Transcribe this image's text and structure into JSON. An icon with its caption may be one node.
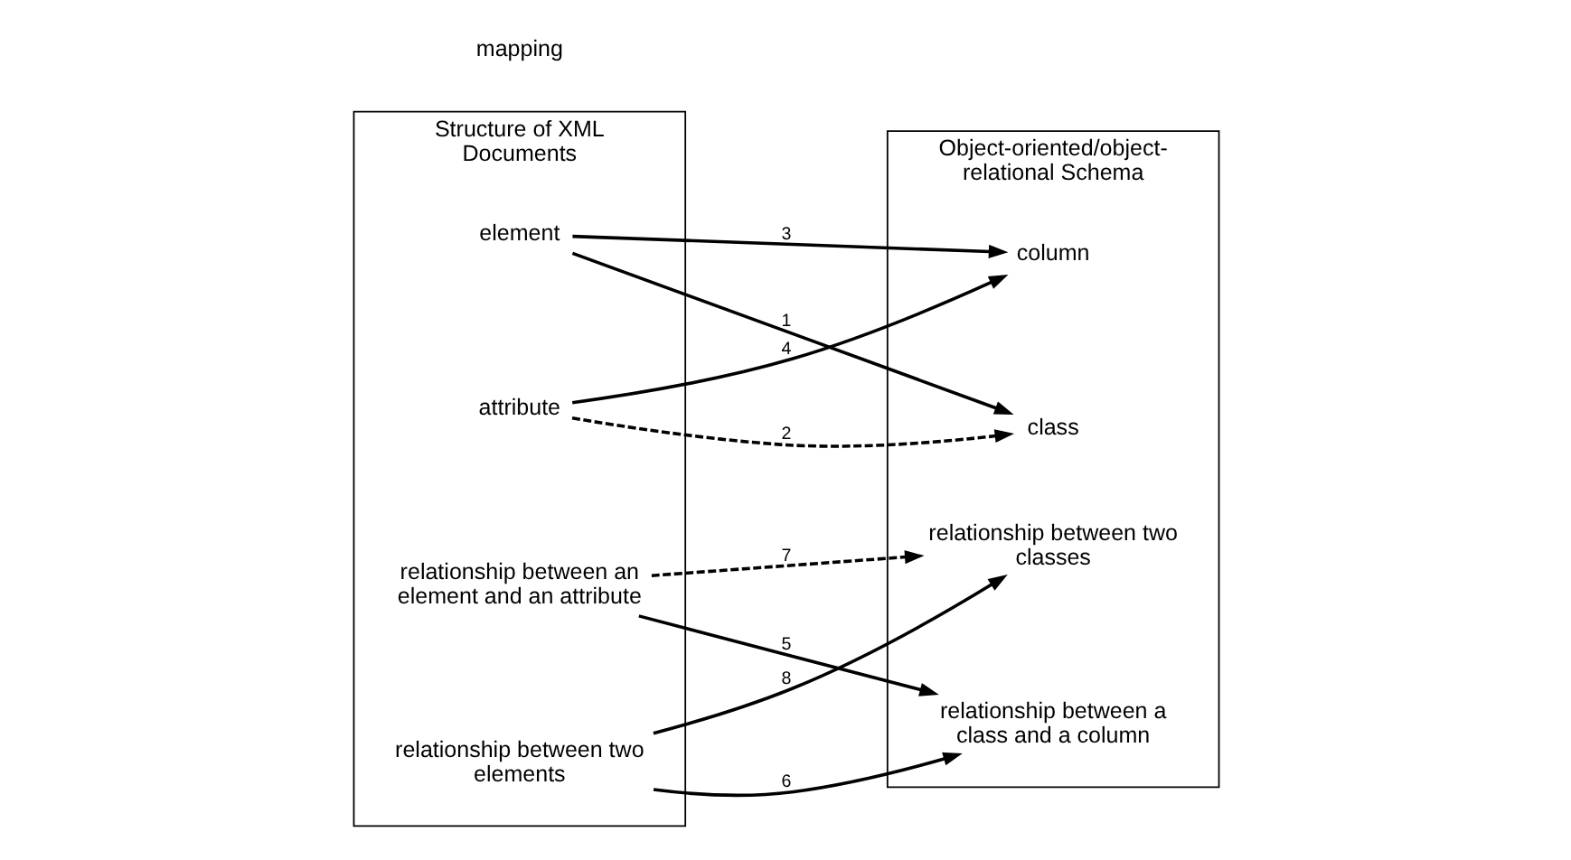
{
  "diagram": {
    "nodes": [
      {
        "text": [
          "Structure of XML Documents"
        ]
      },
      {
        "text": [
          "element"
        ],
        "in": 0
      },
      {
        "text": [
          "attribute"
        ],
        "in": 0
      },
      {
        "text": [
          "relationship between an element and an attribute"
        ],
        "in": 0
      },
      {
        "text": [
          "relationship between two elements"
        ],
        "in": 0
      },
      {
        "text": [
          "Object-oriented/object-relational Schema"
        ]
      },
      {
        "text": [
          "class"
        ],
        "in": 5
      },
      {
        "text": [
          "column"
        ],
        "in": 5
      },
      {
        "text": [
          "relationship between a class and a column"
        ],
        "in": 5
      },
      {
        "text": [
          "relationship between two classes"
        ],
        "in": 5
      }
    ],
    "edges": [
      {
        "from": 1,
        "to": 6,
        "arrow": "to",
        "label": "1"
      },
      {
        "from": 2,
        "to": 6,
        "arrow": "to",
        "label": "2",
        "style": "dashed"
      },
      {
        "from": 1,
        "to": 7,
        "arrow": "to",
        "label": "3"
      },
      {
        "from": 2,
        "to": 7,
        "arrow": "to",
        "label": "4"
      },
      {
        "from": 3,
        "to": 8,
        "arrow": "to",
        "label": "5"
      },
      {
        "from": 4,
        "to": 8,
        "arrow": "to",
        "label": "6"
      },
      {
        "from": 3,
        "to": 9,
        "arrow": "to",
        "label": "7",
        "style": "dashed"
      },
      {
        "from": 4,
        "to": 9,
        "arrow": "to",
        "label": "8"
      }
    ],
    "labels": [
      "mapping"
    ]
  }
}
